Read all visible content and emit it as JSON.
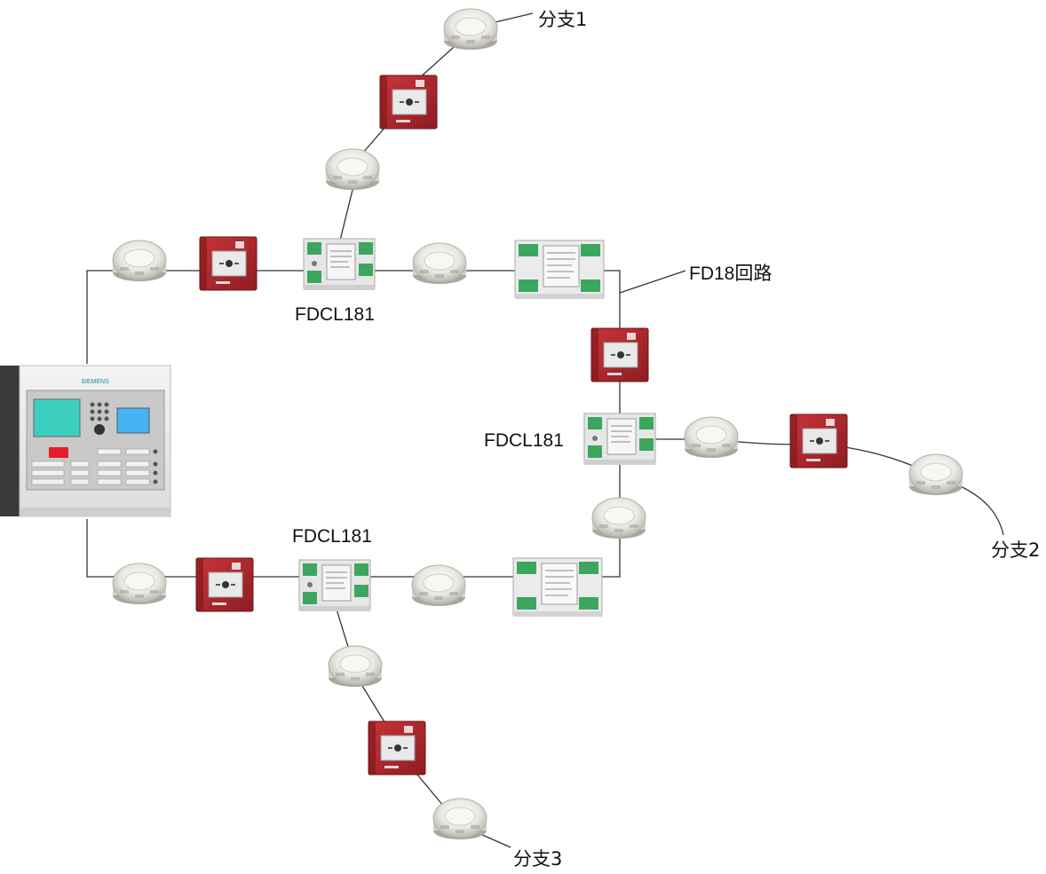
{
  "labels": {
    "branch1": "分支1",
    "branch2": "分支2",
    "branch3": "分支3",
    "loop": "FD18回路",
    "fdcl_top": "FDCL181",
    "fdcl_mid": "FDCL181",
    "fdcl_bottom": "FDCL181",
    "panel_brand": "SIEMENS"
  },
  "colors": {
    "wire": "#333333",
    "mcp_red": "#b5262a",
    "detector_body": "#e6e4dc",
    "module_green": "#39a35a",
    "panel_screen": "#3ccfc0",
    "panel_display": "#45b4f0"
  }
}
